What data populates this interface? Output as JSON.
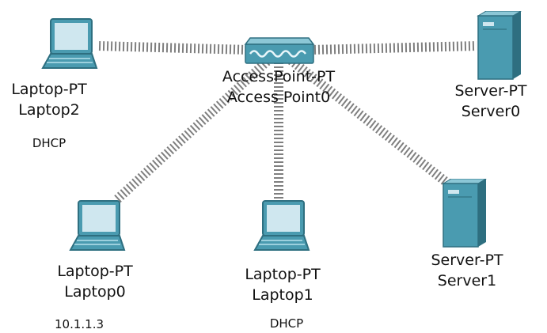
{
  "colors": {
    "device_fill": "#4a9bb0",
    "device_dark": "#2e6f80",
    "screen": "#cfe7ef",
    "link": "#7f7f7f"
  },
  "devices": {
    "laptop2": {
      "icon": "laptop-icon",
      "type": "Laptop-PT",
      "name": "Laptop2",
      "address": "DHCP"
    },
    "ap0": {
      "icon": "access-point-icon",
      "type": "AccessPoint-PT",
      "name": "Access Point0"
    },
    "server0": {
      "icon": "server-icon",
      "type": "Server-PT",
      "name": "Server0"
    },
    "laptop0": {
      "icon": "laptop-icon",
      "type": "Laptop-PT",
      "name": "Laptop0",
      "address": "10.1.1.3"
    },
    "laptop1": {
      "icon": "laptop-icon",
      "type": "Laptop-PT",
      "name": "Laptop1",
      "address": "DHCP"
    },
    "server1": {
      "icon": "server-icon",
      "type": "Server-PT",
      "name": "Server1"
    }
  },
  "links": [
    {
      "from": "ap0",
      "to": "laptop2",
      "medium": "wireless"
    },
    {
      "from": "ap0",
      "to": "server0",
      "medium": "wireless"
    },
    {
      "from": "ap0",
      "to": "laptop0",
      "medium": "wireless"
    },
    {
      "from": "ap0",
      "to": "laptop1",
      "medium": "wireless"
    },
    {
      "from": "ap0",
      "to": "server1",
      "medium": "wireless"
    }
  ]
}
